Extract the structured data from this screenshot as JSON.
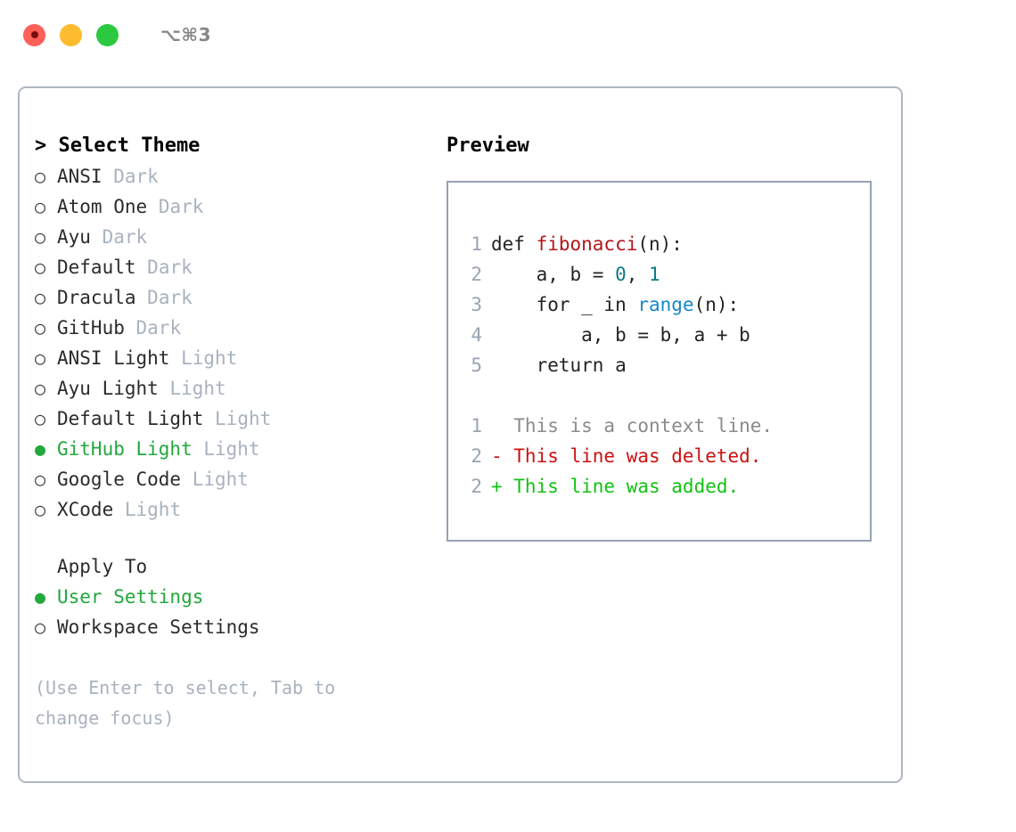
{
  "titlebar": {
    "shortcut": "⌥⌘3",
    "lights": [
      {
        "name": "close",
        "color": "#fc6058"
      },
      {
        "name": "minimize",
        "color": "#fdbc2f"
      },
      {
        "name": "maximize",
        "color": "#2bc840"
      }
    ]
  },
  "theme_panel": {
    "heading": "> Select Theme",
    "selected_color": "#22a83c",
    "options": [
      {
        "marker": "○",
        "name": "ANSI",
        "kind": "Dark",
        "selected": false
      },
      {
        "marker": "○",
        "name": "Atom One",
        "kind": "Dark",
        "selected": false
      },
      {
        "marker": "○",
        "name": "Ayu",
        "kind": "Dark",
        "selected": false
      },
      {
        "marker": "○",
        "name": "Default",
        "kind": "Dark",
        "selected": false
      },
      {
        "marker": "○",
        "name": "Dracula",
        "kind": "Dark",
        "selected": false
      },
      {
        "marker": "○",
        "name": "GitHub",
        "kind": "Dark",
        "selected": false
      },
      {
        "marker": "○",
        "name": "ANSI Light",
        "kind": "Light",
        "selected": false
      },
      {
        "marker": "○",
        "name": "Ayu Light",
        "kind": "Light",
        "selected": false
      },
      {
        "marker": "○",
        "name": "Default Light",
        "kind": "Light",
        "selected": false
      },
      {
        "marker": "●",
        "name": "GitHub Light",
        "kind": "Light",
        "selected": true
      },
      {
        "marker": "○",
        "name": "Google Code",
        "kind": "Light",
        "selected": false
      },
      {
        "marker": "○",
        "name": "XCode",
        "kind": "Light",
        "selected": false
      }
    ]
  },
  "apply_to": {
    "heading": "Apply To",
    "options": [
      {
        "marker": "●",
        "name": "User Settings",
        "selected": true
      },
      {
        "marker": "○",
        "name": "Workspace Settings",
        "selected": false
      }
    ]
  },
  "hint": "(Use Enter to select, Tab to change focus)",
  "preview": {
    "heading": "Preview",
    "code": [
      {
        "no": "1",
        "segments": [
          {
            "text": "def ",
            "cls": "code-text"
          },
          {
            "text": "fibonacci",
            "cls": "tok-fn"
          },
          {
            "text": "(n):",
            "cls": "code-text"
          }
        ]
      },
      {
        "no": "2",
        "segments": [
          {
            "text": "    a, b = ",
            "cls": "code-text"
          },
          {
            "text": "0",
            "cls": "tok-num"
          },
          {
            "text": ", ",
            "cls": "code-text"
          },
          {
            "text": "1",
            "cls": "tok-num"
          }
        ]
      },
      {
        "no": "3",
        "segments": [
          {
            "text": "    for _ in ",
            "cls": "code-text"
          },
          {
            "text": "range",
            "cls": "tok-call"
          },
          {
            "text": "(n):",
            "cls": "code-text"
          }
        ]
      },
      {
        "no": "4",
        "segments": [
          {
            "text": "        a, b = b, a + b",
            "cls": "code-text"
          }
        ]
      },
      {
        "no": "5",
        "segments": [
          {
            "text": "    return a",
            "cls": "code-text"
          }
        ]
      }
    ],
    "diff": [
      {
        "no": "1",
        "segments": [
          {
            "text": "  This is a context line.",
            "cls": "diff-ctx"
          }
        ]
      },
      {
        "no": "2",
        "segments": [
          {
            "text": "- This line was deleted.",
            "cls": "diff-del"
          }
        ]
      },
      {
        "no": "2",
        "segments": [
          {
            "text": "+ This line was added.",
            "cls": "diff-add"
          }
        ]
      }
    ],
    "colors": {
      "function": "#b4151b",
      "number": "#0b7a80",
      "builtin": "#1787c9",
      "context": "#8b8b8b",
      "deleted": "#cc1111",
      "added": "#12c212",
      "lineno": "#9aa3b0"
    }
  }
}
